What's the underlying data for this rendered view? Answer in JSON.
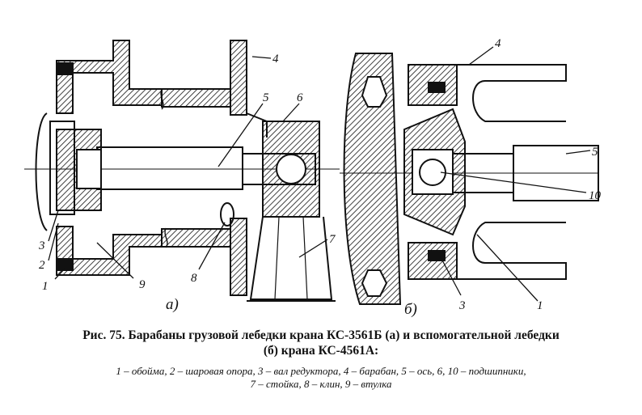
{
  "figure": {
    "labels_a": [
      "1",
      "2",
      "3",
      "4",
      "5",
      "6",
      "7",
      "8",
      "9"
    ],
    "labels_b": [
      "4",
      "5",
      "10",
      "3",
      "1"
    ],
    "sub_a": "а)",
    "sub_b": "б)"
  },
  "caption": {
    "line1": "Рис. 75. Барабаны грузовой лебедки крана КС-3561Б (а) и вспомогательной лебедки",
    "line2": "(б) крана КС-4561А:"
  },
  "legend": {
    "line1": "1 – обойма, 2 – шаровая опора, 3 – вал редуктора, 4 – барабан, 5 – ось, 6, 10 – подшипники,",
    "line2": "7 – стойка, 8 – клин, 9 – втулка"
  }
}
